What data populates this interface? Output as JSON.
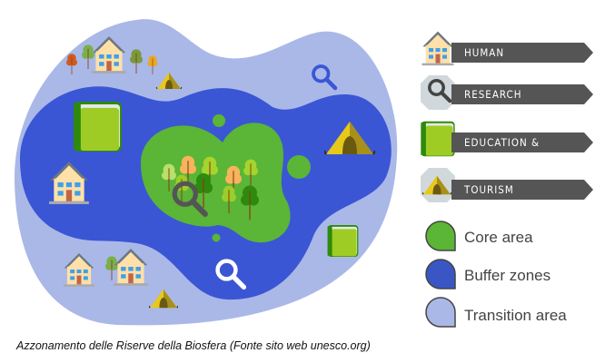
{
  "legend": {
    "icons": [
      {
        "label": "HUMAN SETTTLEMENT",
        "icon": "house-icon"
      },
      {
        "label": "RESEARCH",
        "icon": "magnifier-icon"
      },
      {
        "label": "EDUCATION & TRAINING",
        "icon": "book-icon"
      },
      {
        "label": "TOURISM",
        "icon": "tent-icon"
      }
    ],
    "zones": [
      {
        "label": "Core area",
        "color": "#5bb536"
      },
      {
        "label": "Buffer zones",
        "color": "#3a56d4"
      },
      {
        "label": "Transition area",
        "color": "#aab8e8"
      }
    ]
  },
  "caption": "Azzonamento delle Riserve della Biosfera (Fonte sito web unesco.org)"
}
